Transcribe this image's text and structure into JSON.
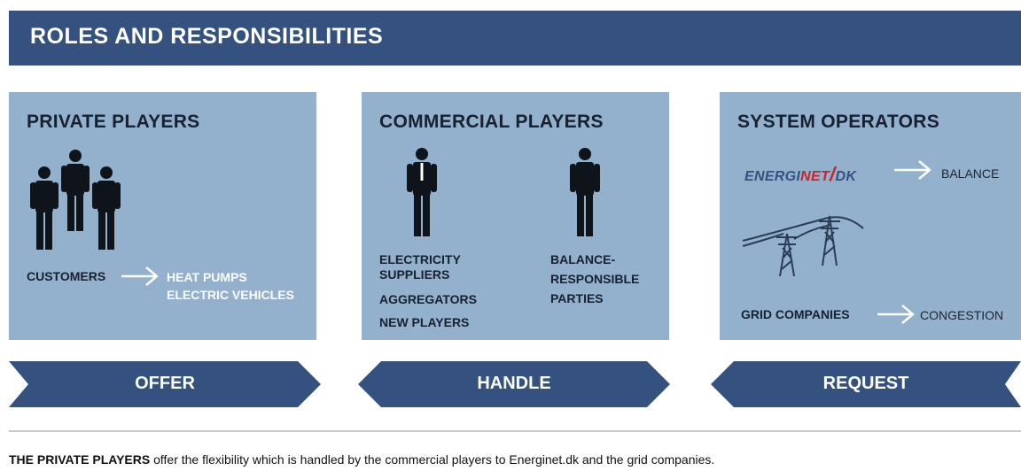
{
  "header": {
    "title": "ROLES AND RESPONSIBILITIES"
  },
  "private": {
    "title": "PRIVATE PLAYERS",
    "customers": "CUSTOMERS",
    "heat_pumps": "HEAT PUMPS",
    "electric_vehicles": "ELECTRIC VEHICLES",
    "banner": "OFFER"
  },
  "commercial": {
    "title": "COMMERCIAL PLAYERS",
    "suppliers_line1": "ELECTRICITY",
    "suppliers_line2": "SUPPLIERS",
    "aggregators": "AGGREGATORS",
    "new_players": "NEW PLAYERS",
    "brp_line1": "BALANCE-",
    "brp_line2": "RESPONSIBLE",
    "brp_line3": "PARTIES",
    "banner": "HANDLE"
  },
  "system": {
    "title": "SYSTEM OPERATORS",
    "logo_part1": "ENERGI",
    "logo_part2": "NET",
    "logo_part3": "DK",
    "balance": "BALANCE",
    "grid_companies": "GRID COMPANIES",
    "congestion": "CONGESTION",
    "banner": "REQUEST"
  },
  "footer": {
    "bold": "THE PRIVATE PLAYERS",
    "text": " offer the flexibility which is handled by the commercial players to Energinet.dk and the grid companies."
  },
  "colors": {
    "header": "#34517f",
    "panel": "#93b1cd",
    "banner": "#34517f",
    "logo_red": "#c8242b",
    "logo_blue": "#34517f"
  }
}
